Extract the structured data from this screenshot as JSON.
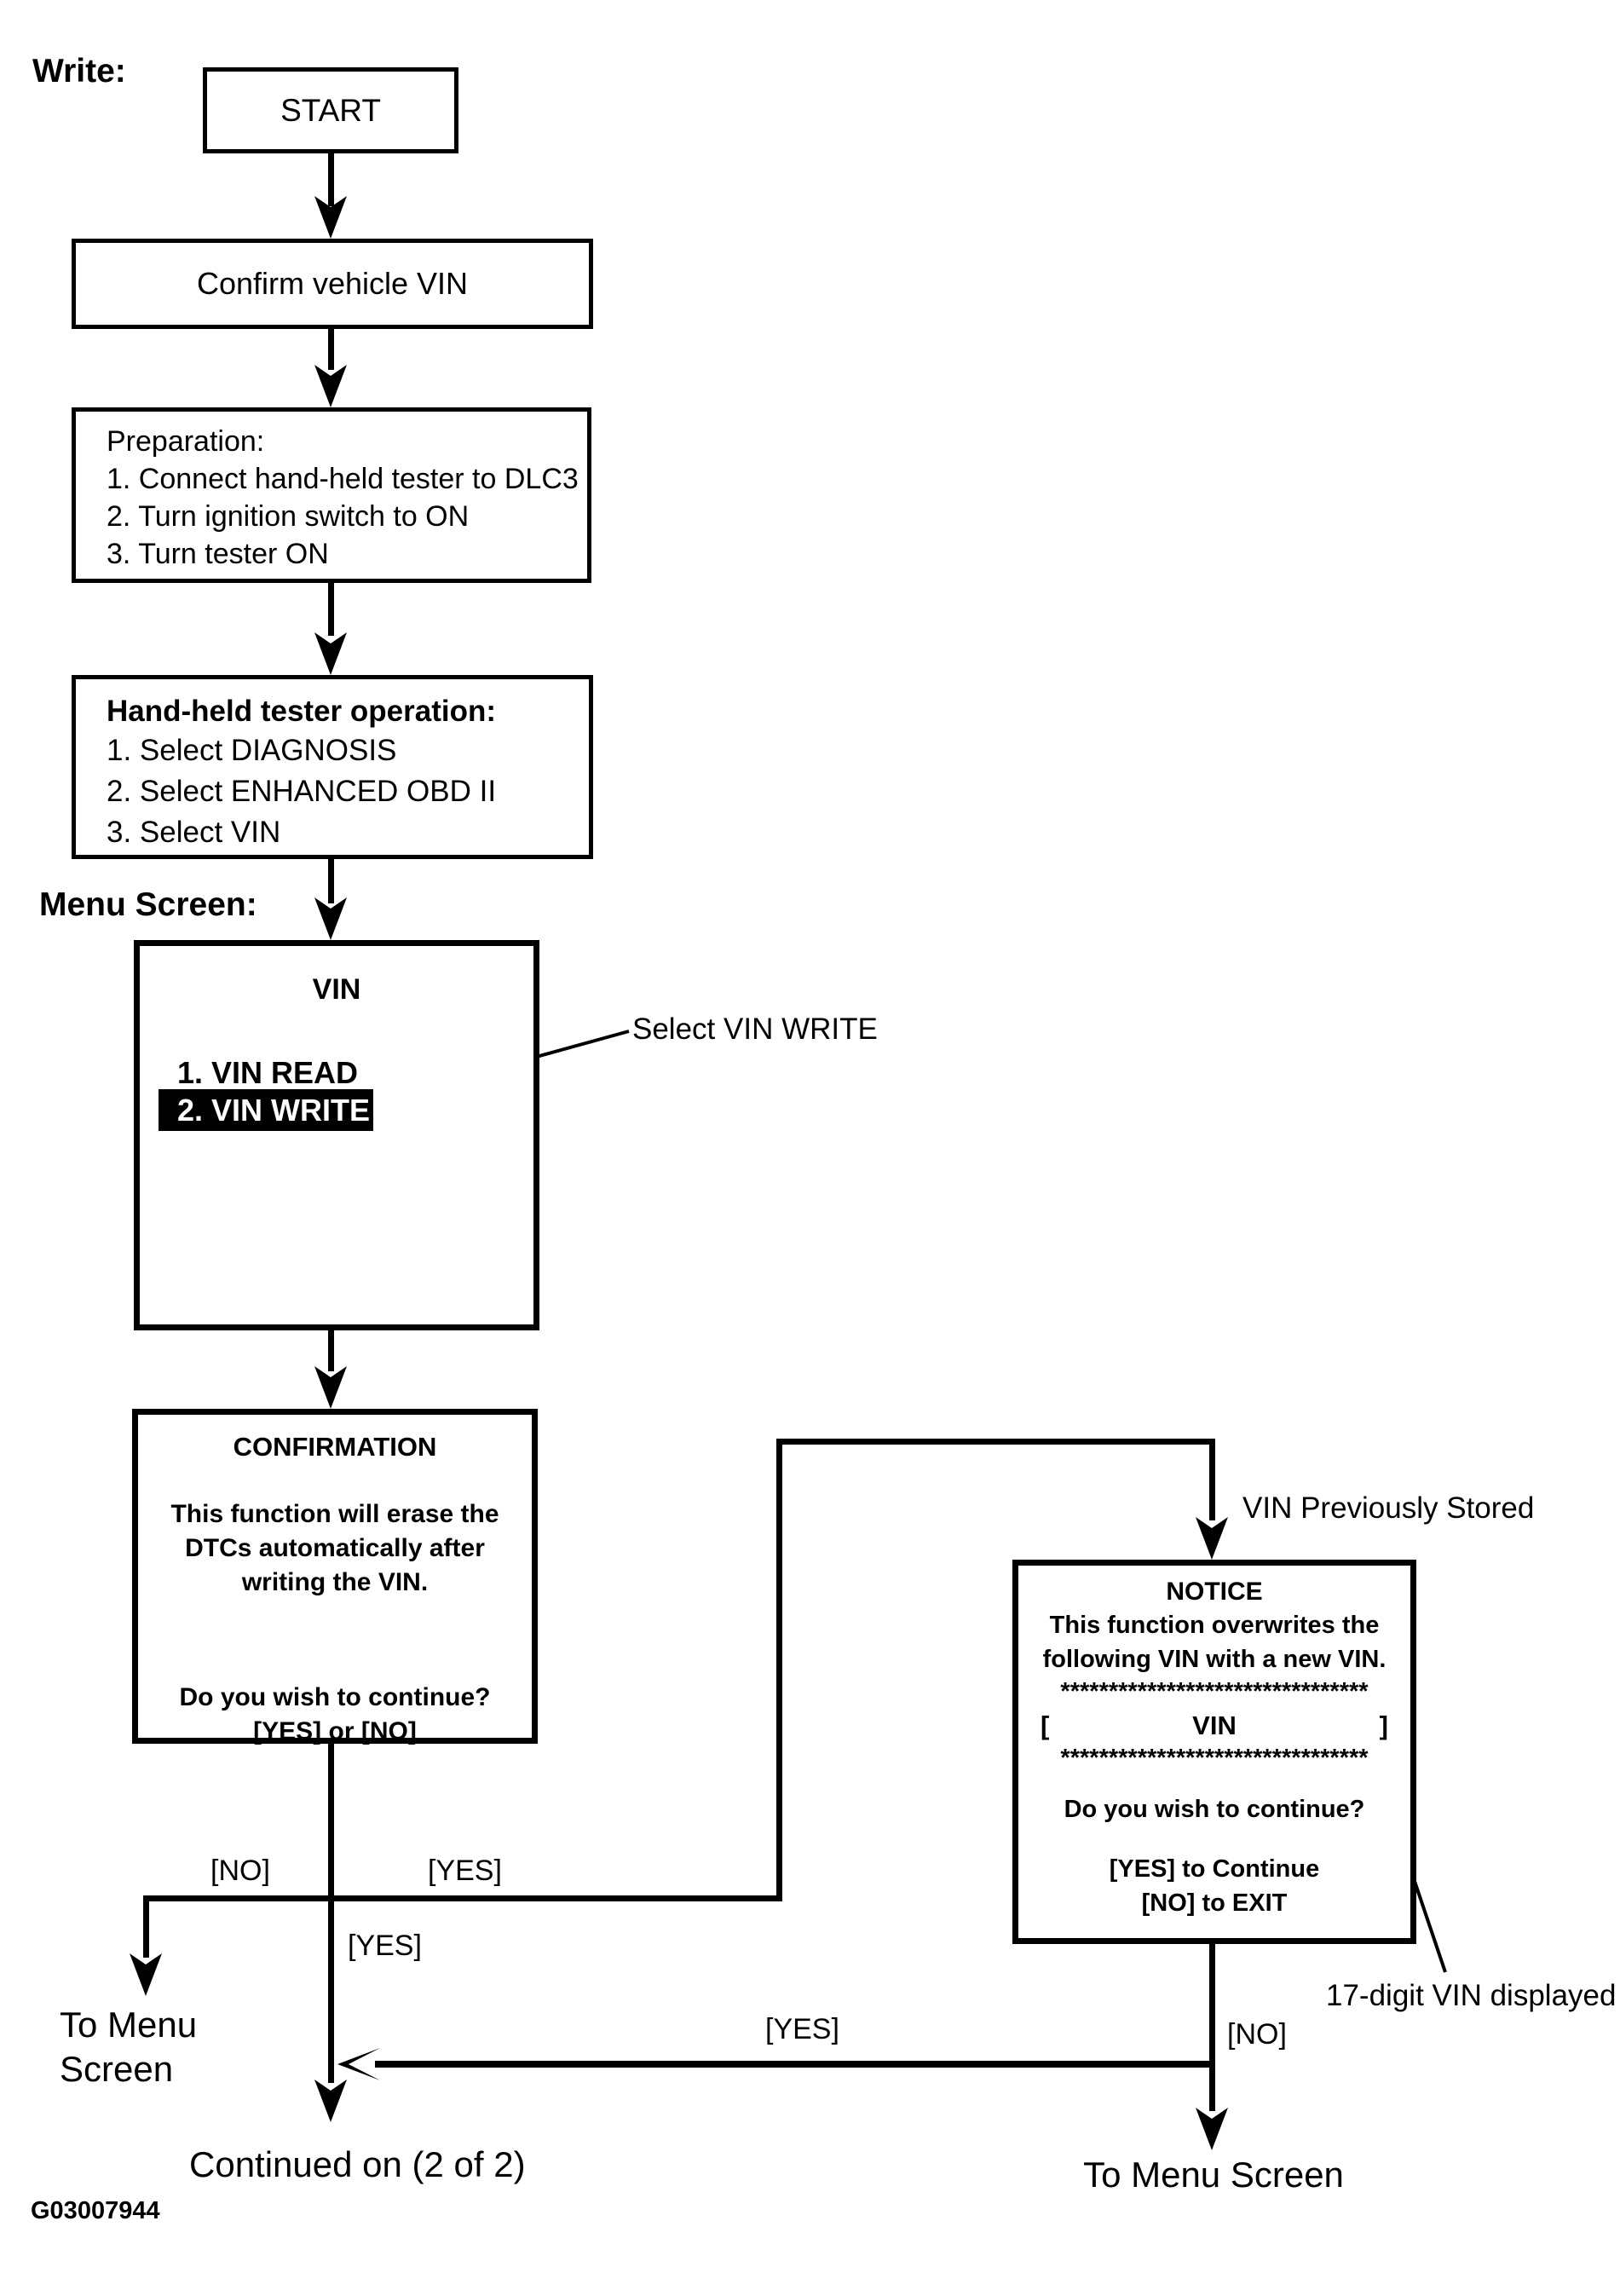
{
  "labels": {
    "write": "Write:",
    "menu_screen": "Menu Screen:",
    "figure_id": "G03007944"
  },
  "boxes": {
    "start": {
      "label": "START"
    },
    "confirm": {
      "label": "Confirm vehicle VIN"
    },
    "preparation": {
      "title": "Preparation:",
      "steps": [
        "1. Connect hand-held tester to DLC3",
        "2. Turn ignition switch to ON",
        "3. Turn tester ON"
      ]
    },
    "tester_operation": {
      "title": "Hand-held tester operation:",
      "steps": [
        "1. Select DIAGNOSIS",
        "2. Select ENHANCED OBD II",
        "3. Select VIN"
      ]
    },
    "vin_menu": {
      "title": "VIN",
      "item_read": "1. VIN READ",
      "item_write": "2. VIN WRITE"
    },
    "confirmation": {
      "title": "CONFIRMATION",
      "line1": "This function will erase the",
      "line2": "DTCs automatically after",
      "line3": "writing the VIN.",
      "question": "Do you wish to continue?",
      "options": "[YES] or [NO]"
    },
    "notice": {
      "title": "NOTICE",
      "line1": "This function overwrites the",
      "line2": "following VIN with a new VIN.",
      "stars_top": "********************************",
      "vin_open": "[",
      "vin_label": "VIN",
      "vin_close": "]",
      "stars_bottom": "********************************",
      "question": "Do you wish to continue?",
      "yes_line": "[YES] to Continue",
      "no_line": "[NO] to EXIT"
    }
  },
  "annotations": {
    "select_vin_write": "Select VIN WRITE",
    "vin_previously_stored": "VIN Previously Stored",
    "seventeen_digit_vin": "17-digit VIN displayed"
  },
  "edge_labels": {
    "no_left": "[NO]",
    "yes_right": "[YES]",
    "yes_center": "[YES]",
    "yes_return": "[YES]",
    "no_notice": "[NO]"
  },
  "terminals": {
    "to_menu_left_line1": "To Menu",
    "to_menu_left_line2": "Screen",
    "continued": "Continued on (2 of 2)",
    "to_menu_right": "To Menu Screen"
  }
}
